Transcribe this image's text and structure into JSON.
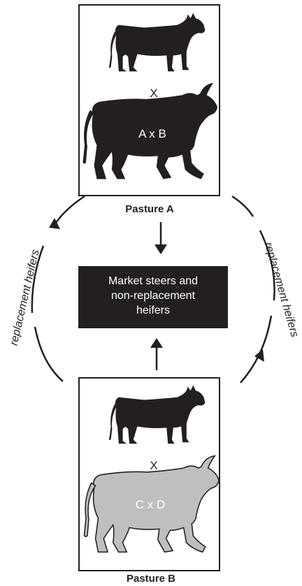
{
  "pasture_a": {
    "label": "Pasture A",
    "cross_symbol": "X",
    "bull_label": "A x B",
    "bull_color": "#231f20",
    "cow_color": "#231f20"
  },
  "pasture_b": {
    "label": "Pasture B",
    "cross_symbol": "X",
    "bull_label": "C x D",
    "bull_color": "#bfbfbf",
    "cow_color": "#231f20"
  },
  "center_box": {
    "line1": "Market steers and",
    "line2": "non-replacement",
    "line3": "heifers",
    "background": "#231f20",
    "text_color": "#ffffff"
  },
  "cycle": {
    "left_label": "replacement heifers",
    "right_label": "replacement heifers"
  }
}
